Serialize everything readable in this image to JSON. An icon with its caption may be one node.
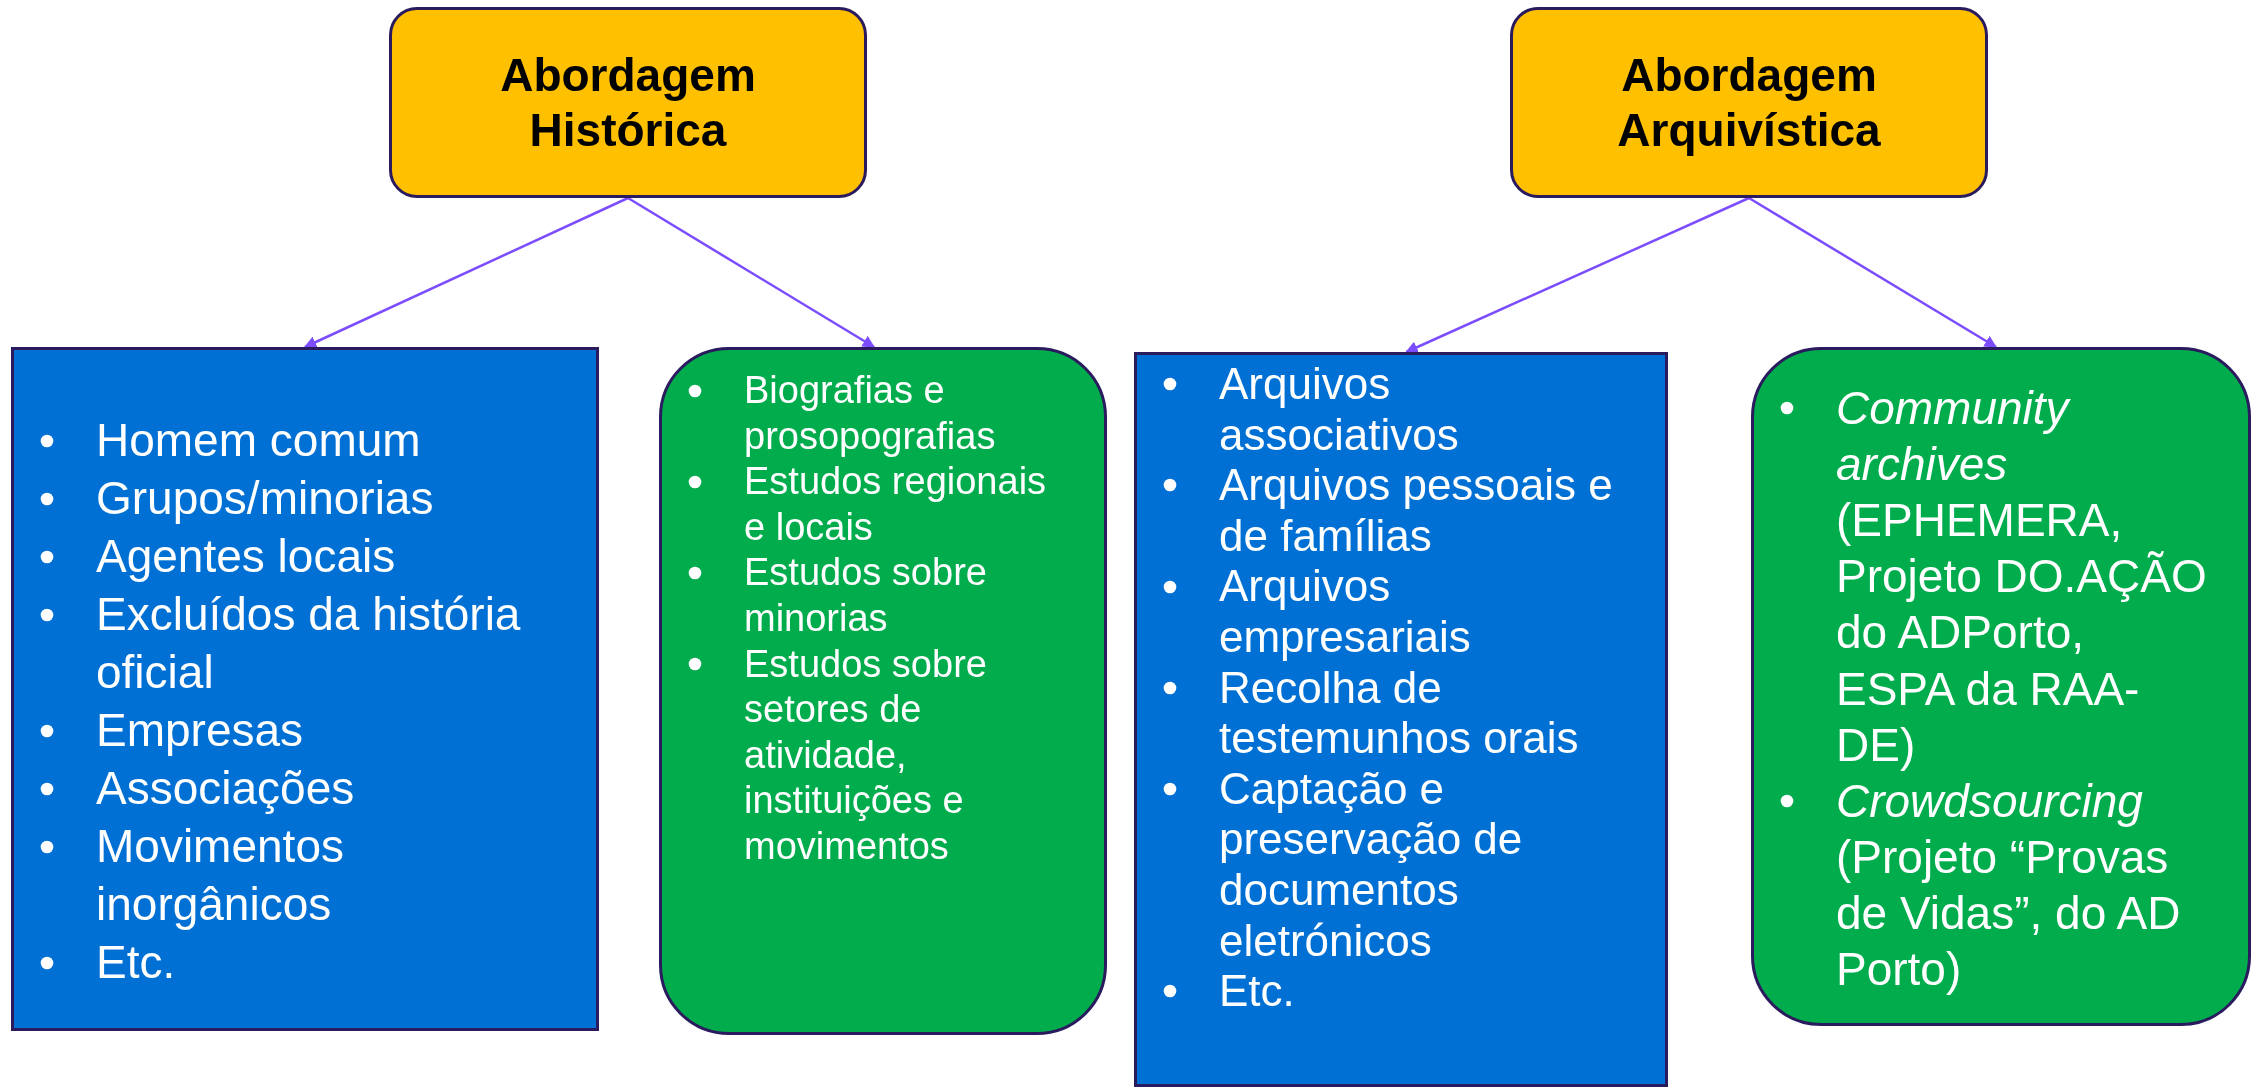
{
  "diagram": {
    "nodes": [
      {
        "text": [
          "Abordagem Histórica"
        ]
      },
      {
        "text": [
          "Abordagem Arquivística"
        ]
      },
      {
        "text": [
          "Homem comum",
          "Grupos/minorias",
          "Agentes locais",
          "Excluídos da história oficial",
          "Empresas",
          "Associações",
          "Movimentos inorgânicos",
          "Etc."
        ]
      },
      {
        "text": [
          "Biografias e prosopografias",
          "Estudos regionais e locais",
          "Estudos sobre minorias",
          "Estudos sobre setores de atividade, instituições e movimentos"
        ]
      },
      {
        "text": [
          "Arquivos associativos",
          "Arquivos pessoais e de famílias",
          "Arquivos empresariais",
          "Recolha de testemunhos orais",
          "Captação e preservação de documentos eletrónicos",
          "Etc."
        ]
      },
      {
        "text": [
          "*Community archives* (EPHEMERA, Projeto DO.AÇÃO do ADPorto, ESPA da RAA-DE)",
          "*Crowdsourcing* (Projeto “Provas de Vidas”, do AD Porto)"
        ]
      }
    ],
    "edges": [
      {
        "from": 0,
        "to": 2,
        "arrow": "to"
      },
      {
        "from": 0,
        "to": 3,
        "arrow": "to"
      },
      {
        "from": 1,
        "to": 4,
        "arrow": "to"
      },
      {
        "from": 1,
        "to": 5,
        "arrow": "to"
      }
    ]
  }
}
